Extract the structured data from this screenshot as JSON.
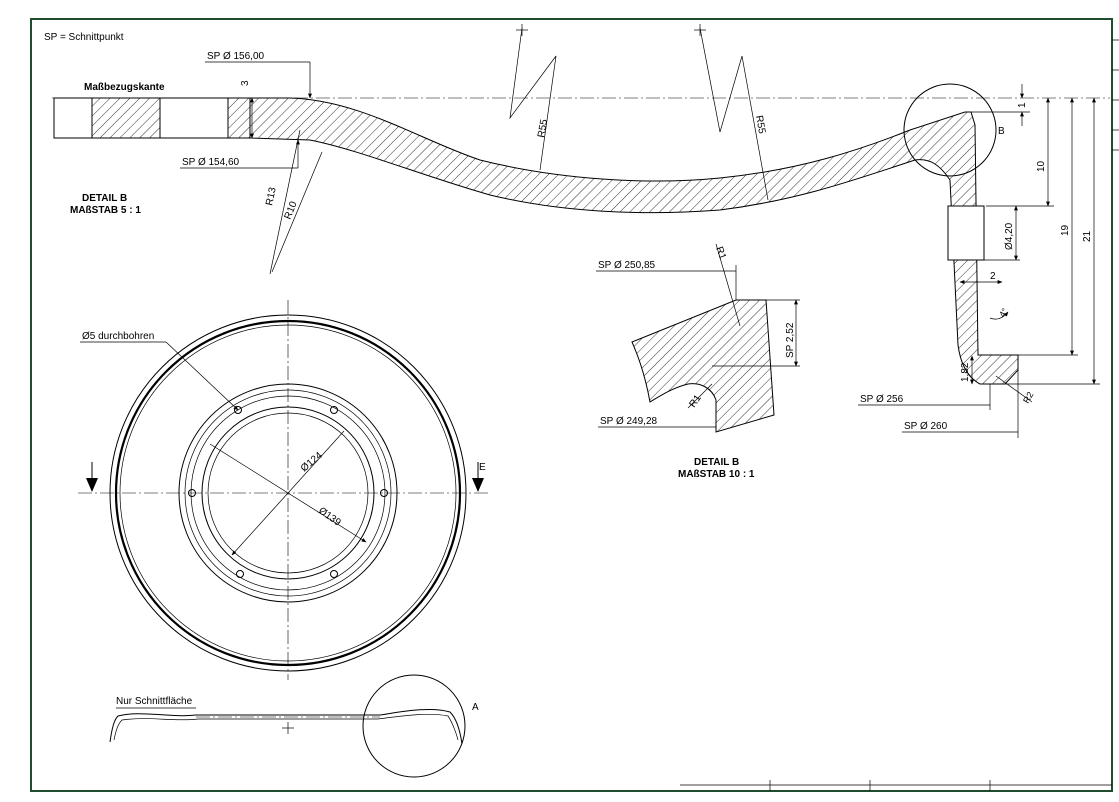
{
  "legend": "SP = Schnittpunkt",
  "labels": {
    "reference_edge": "Maßbezugskante",
    "drill_note": "Ø5 durchbohren",
    "section_only": "Nur Schnittfläche",
    "detail_b_1": "DETAIL B",
    "detail_b_1_scale": "MAßSTAB 5 : 1",
    "detail_b_2": "DETAIL B",
    "detail_b_2_scale": "MAßSTAB 10 : 1",
    "marker_a": "A",
    "marker_b": "B",
    "marker_e": "E"
  },
  "dimensions": {
    "sp_156": "SP  Ø 156,00",
    "sp_154": "SP  Ø 154,60",
    "sp_250": "SP  Ø 250,85",
    "sp_249": "SP  Ø 249,28",
    "sp_256": "SP  Ø 256",
    "sp_260": "SP  Ø 260",
    "sp_2_52": "SP 2,52",
    "r55_a": "R55",
    "r55_b": "R55",
    "r13": "R13",
    "r10": "R10",
    "r1_top": "R1",
    "r1_bottom": "R1",
    "r2": "R2",
    "d124": "Ø124",
    "d139": "Ø139",
    "d4_20": "Ø4,20",
    "dim_3": "3",
    "dim_1": "1",
    "dim_10": "10",
    "dim_19": "19",
    "dim_21": "21",
    "dim_2": "2",
    "dim_1_82": "1,82",
    "angle_4": "4°"
  }
}
